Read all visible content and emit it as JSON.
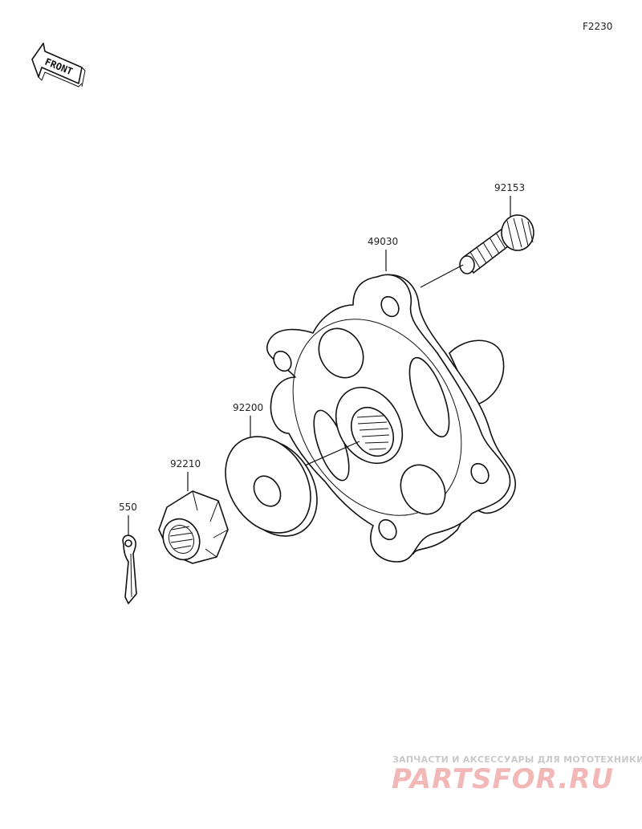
{
  "diagram": {
    "code": "F2230",
    "front_label": "FRONT",
    "parts": [
      {
        "number": "92153",
        "name": "stud-bolt"
      },
      {
        "number": "49030",
        "name": "hub"
      },
      {
        "number": "92200",
        "name": "washer"
      },
      {
        "number": "92210",
        "name": "nut"
      },
      {
        "number": "550",
        "name": "cotter-pin"
      }
    ]
  },
  "watermark": {
    "tagline": "ЗАПЧАСТИ И АКСЕССУАРЫ ДЛЯ МОТОТЕХНИКИ",
    "brand": "PARTSFOR.RU"
  },
  "colors": {
    "line": "#111111",
    "watermark_brand": "#f2b8b8",
    "watermark_tagline": "#c9c9c9"
  }
}
